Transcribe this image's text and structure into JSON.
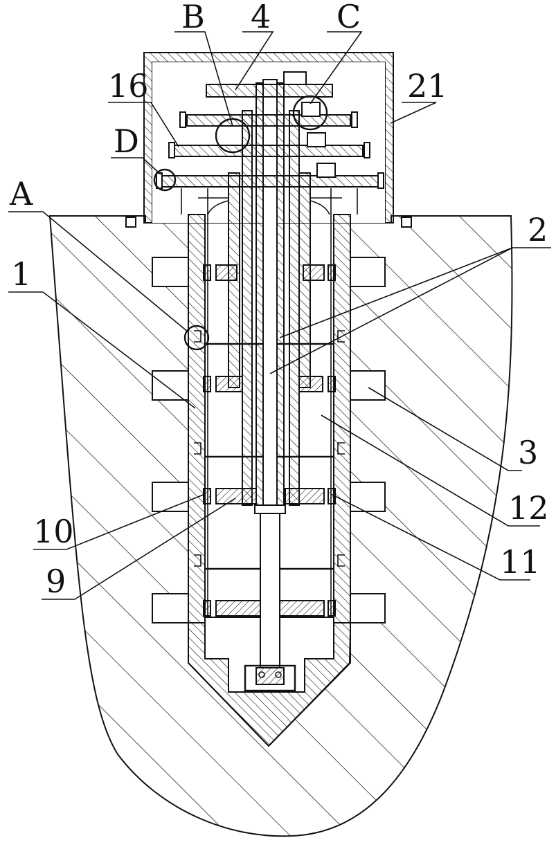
{
  "labels": {
    "B": "B",
    "four": "4",
    "C": "C",
    "sixteen": "16",
    "twentyone": "21",
    "D": "D",
    "A": "A",
    "two": "2",
    "one": "1",
    "three": "3",
    "twelve": "12",
    "ten": "10",
    "eleven": "11",
    "nine": "9"
  },
  "colors": {
    "line": "#111111",
    "background": "#ffffff"
  }
}
